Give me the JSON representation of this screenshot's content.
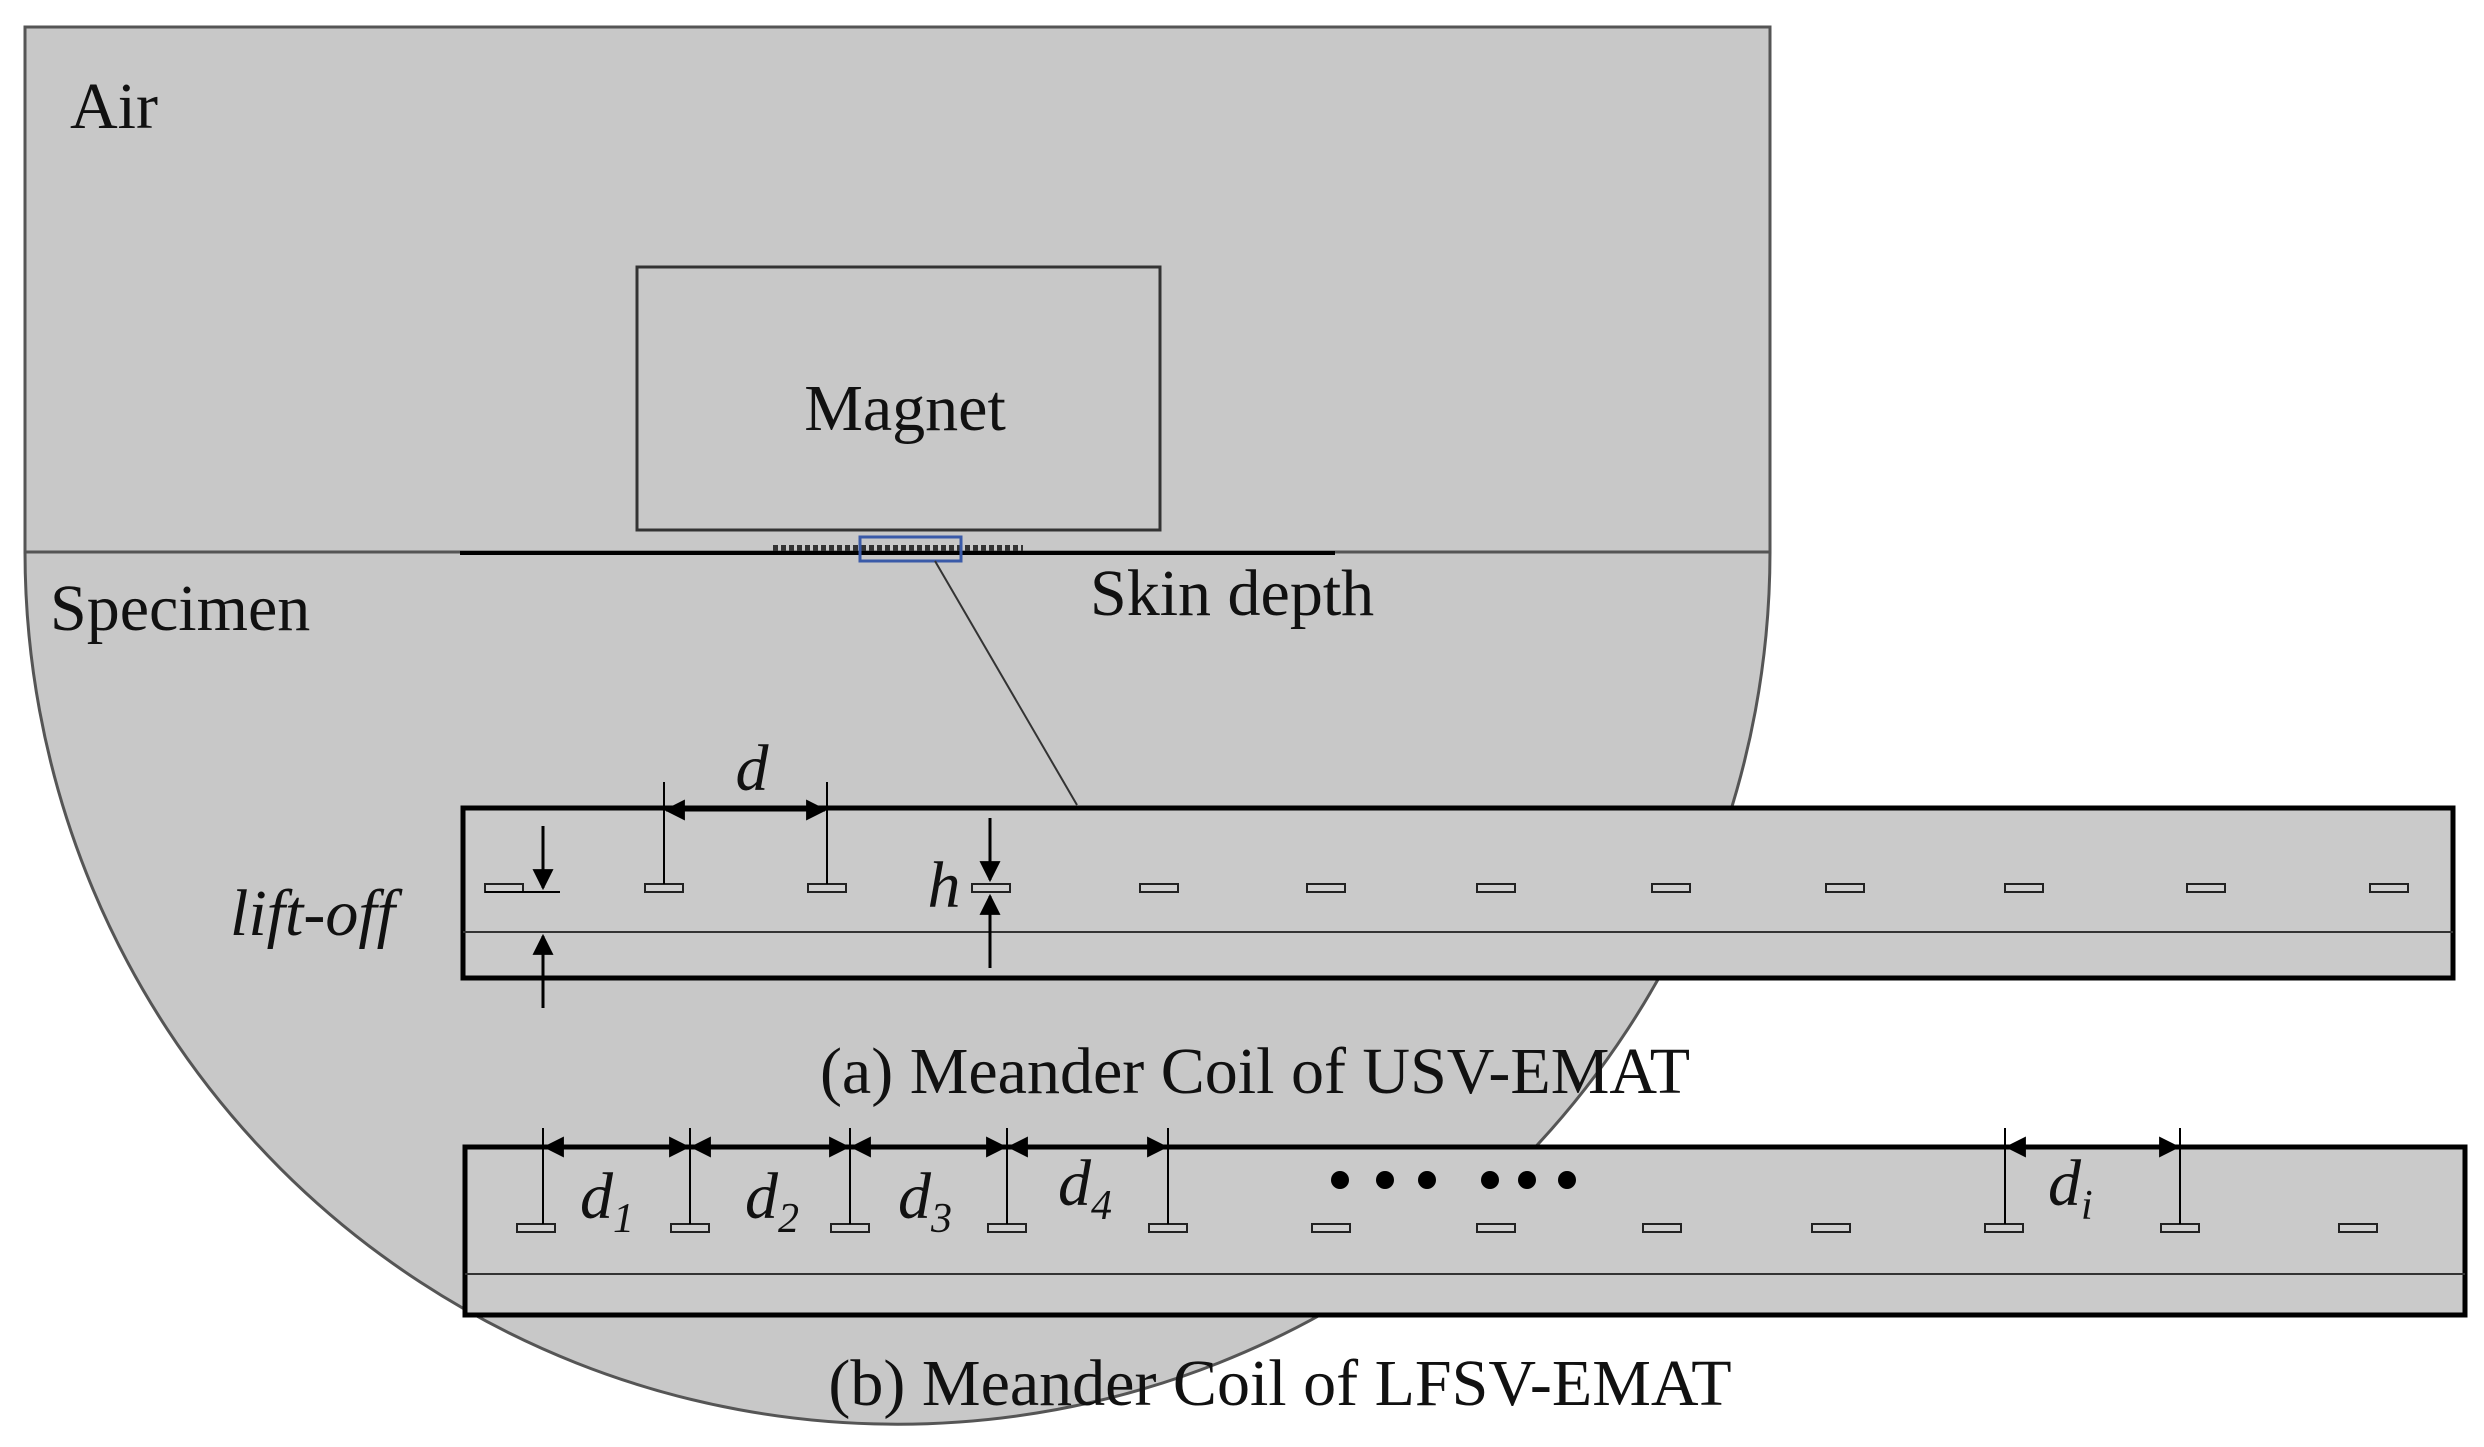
{
  "labels": {
    "air": "Air",
    "magnet": "Magnet",
    "specimen": "Specimen",
    "skin_depth": "Skin depth",
    "liftoff": "lift-off",
    "d": "d",
    "h": "h",
    "d1": "d",
    "d1_sub": "1",
    "d2": "d",
    "d2_sub": "2",
    "d3": "d",
    "d3_sub": "3",
    "d4": "d",
    "d4_sub": "4",
    "di": "d",
    "di_sub": "i",
    "caption_a": "(a) Meander Coil of USV-EMAT",
    "caption_b": "(b) Meander Coil of LFSV-EMAT"
  },
  "colors": {
    "domain_fill": "#c8c8c8",
    "coil_fill": "#cacaca",
    "outline": "#333333",
    "highlight_box": "#3a5aa8"
  }
}
